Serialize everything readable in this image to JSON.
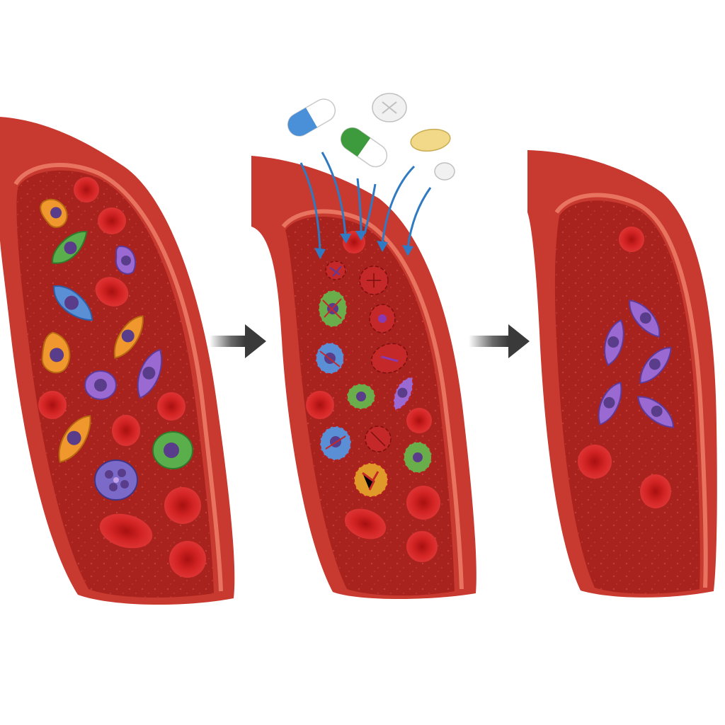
{
  "stages": [
    {
      "id": "infected-vessel",
      "state": "many mixed cells"
    },
    {
      "id": "treatment-vessel",
      "state": "drugs attacking cells"
    },
    {
      "id": "cleared-vessel",
      "state": "few remaining cells"
    }
  ],
  "drugs": [
    {
      "kind": "capsule",
      "colors": [
        "#4a90d9",
        "#ffffff"
      ]
    },
    {
      "kind": "tablet",
      "colors": [
        "#f1f1f1"
      ]
    },
    {
      "kind": "capsule",
      "colors": [
        "#3d9a3d",
        "#ffffff"
      ]
    },
    {
      "kind": "tablet",
      "colors": [
        "#f2d98a"
      ]
    },
    {
      "kind": "pill",
      "colors": [
        "#f1f1f1"
      ]
    }
  ],
  "palette": {
    "vessel_wall": "#c83a30",
    "vessel_inner": "#a5211e",
    "vessel_rim": "#e36a5b",
    "rbc": "#d42424",
    "rbc_center": "#b31515",
    "arrow": "#444444",
    "drug_arrow": "#2f7ac2",
    "parasite_orange": "#f0982e",
    "parasite_green": "#5aae4c",
    "parasite_blue": "#5a8fd6",
    "parasite_purple": "#8a5ac8",
    "nucleus": "#5a3d8a"
  }
}
